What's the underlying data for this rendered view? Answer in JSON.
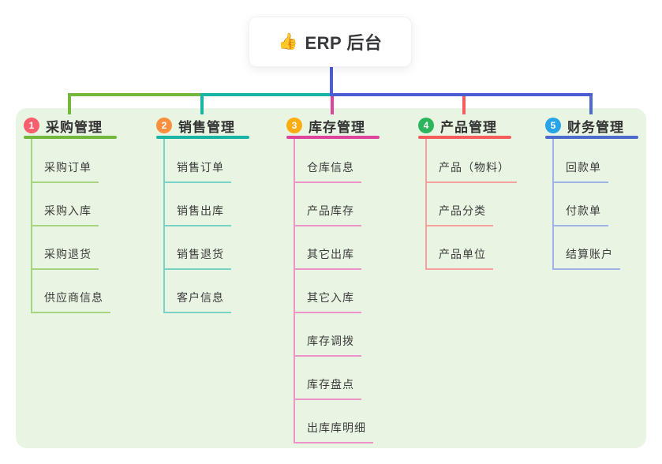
{
  "root": {
    "icon": "👍",
    "title": "ERP 后台"
  },
  "branches": [
    {
      "num": "1",
      "label": "采购管理",
      "badge_color": "#f85e6b",
      "line_color": "#73b83c",
      "child_line_color": "#a7d47e",
      "children": [
        "采购订单",
        "采购入库",
        "采购退货",
        "供应商信息"
      ]
    },
    {
      "num": "2",
      "label": "销售管理",
      "badge_color": "#fc8f3e",
      "line_color": "#18b4a4",
      "child_line_color": "#7ad2c6",
      "children": [
        "销售订单",
        "销售出库",
        "销售退货",
        "客户信息"
      ]
    },
    {
      "num": "3",
      "label": "库存管理",
      "badge_color": "#feac10",
      "line_color": "#df449c",
      "child_line_color": "#ef92c5",
      "children": [
        "仓库信息",
        "产品库存",
        "其它出库",
        "其它入库",
        "库存调拨",
        "库存盘点",
        "出库库明细"
      ]
    },
    {
      "num": "4",
      "label": "产品管理",
      "badge_color": "#2db55d",
      "line_color": "#f75c5c",
      "child_line_color": "#f8a09e",
      "children": [
        "产品（物料）",
        "产品分类",
        "产品单位"
      ]
    },
    {
      "num": "5",
      "label": "财务管理",
      "badge_color": "#27a3e9",
      "line_color": "#4d6bcc",
      "child_line_color": "#9fb3e4",
      "children": [
        "回款单",
        "付款单",
        "结算账户"
      ]
    }
  ],
  "colors": {
    "panel_bg": "#e9f5e3",
    "root_connector": "#4a5ed2",
    "text": "#38393d"
  }
}
